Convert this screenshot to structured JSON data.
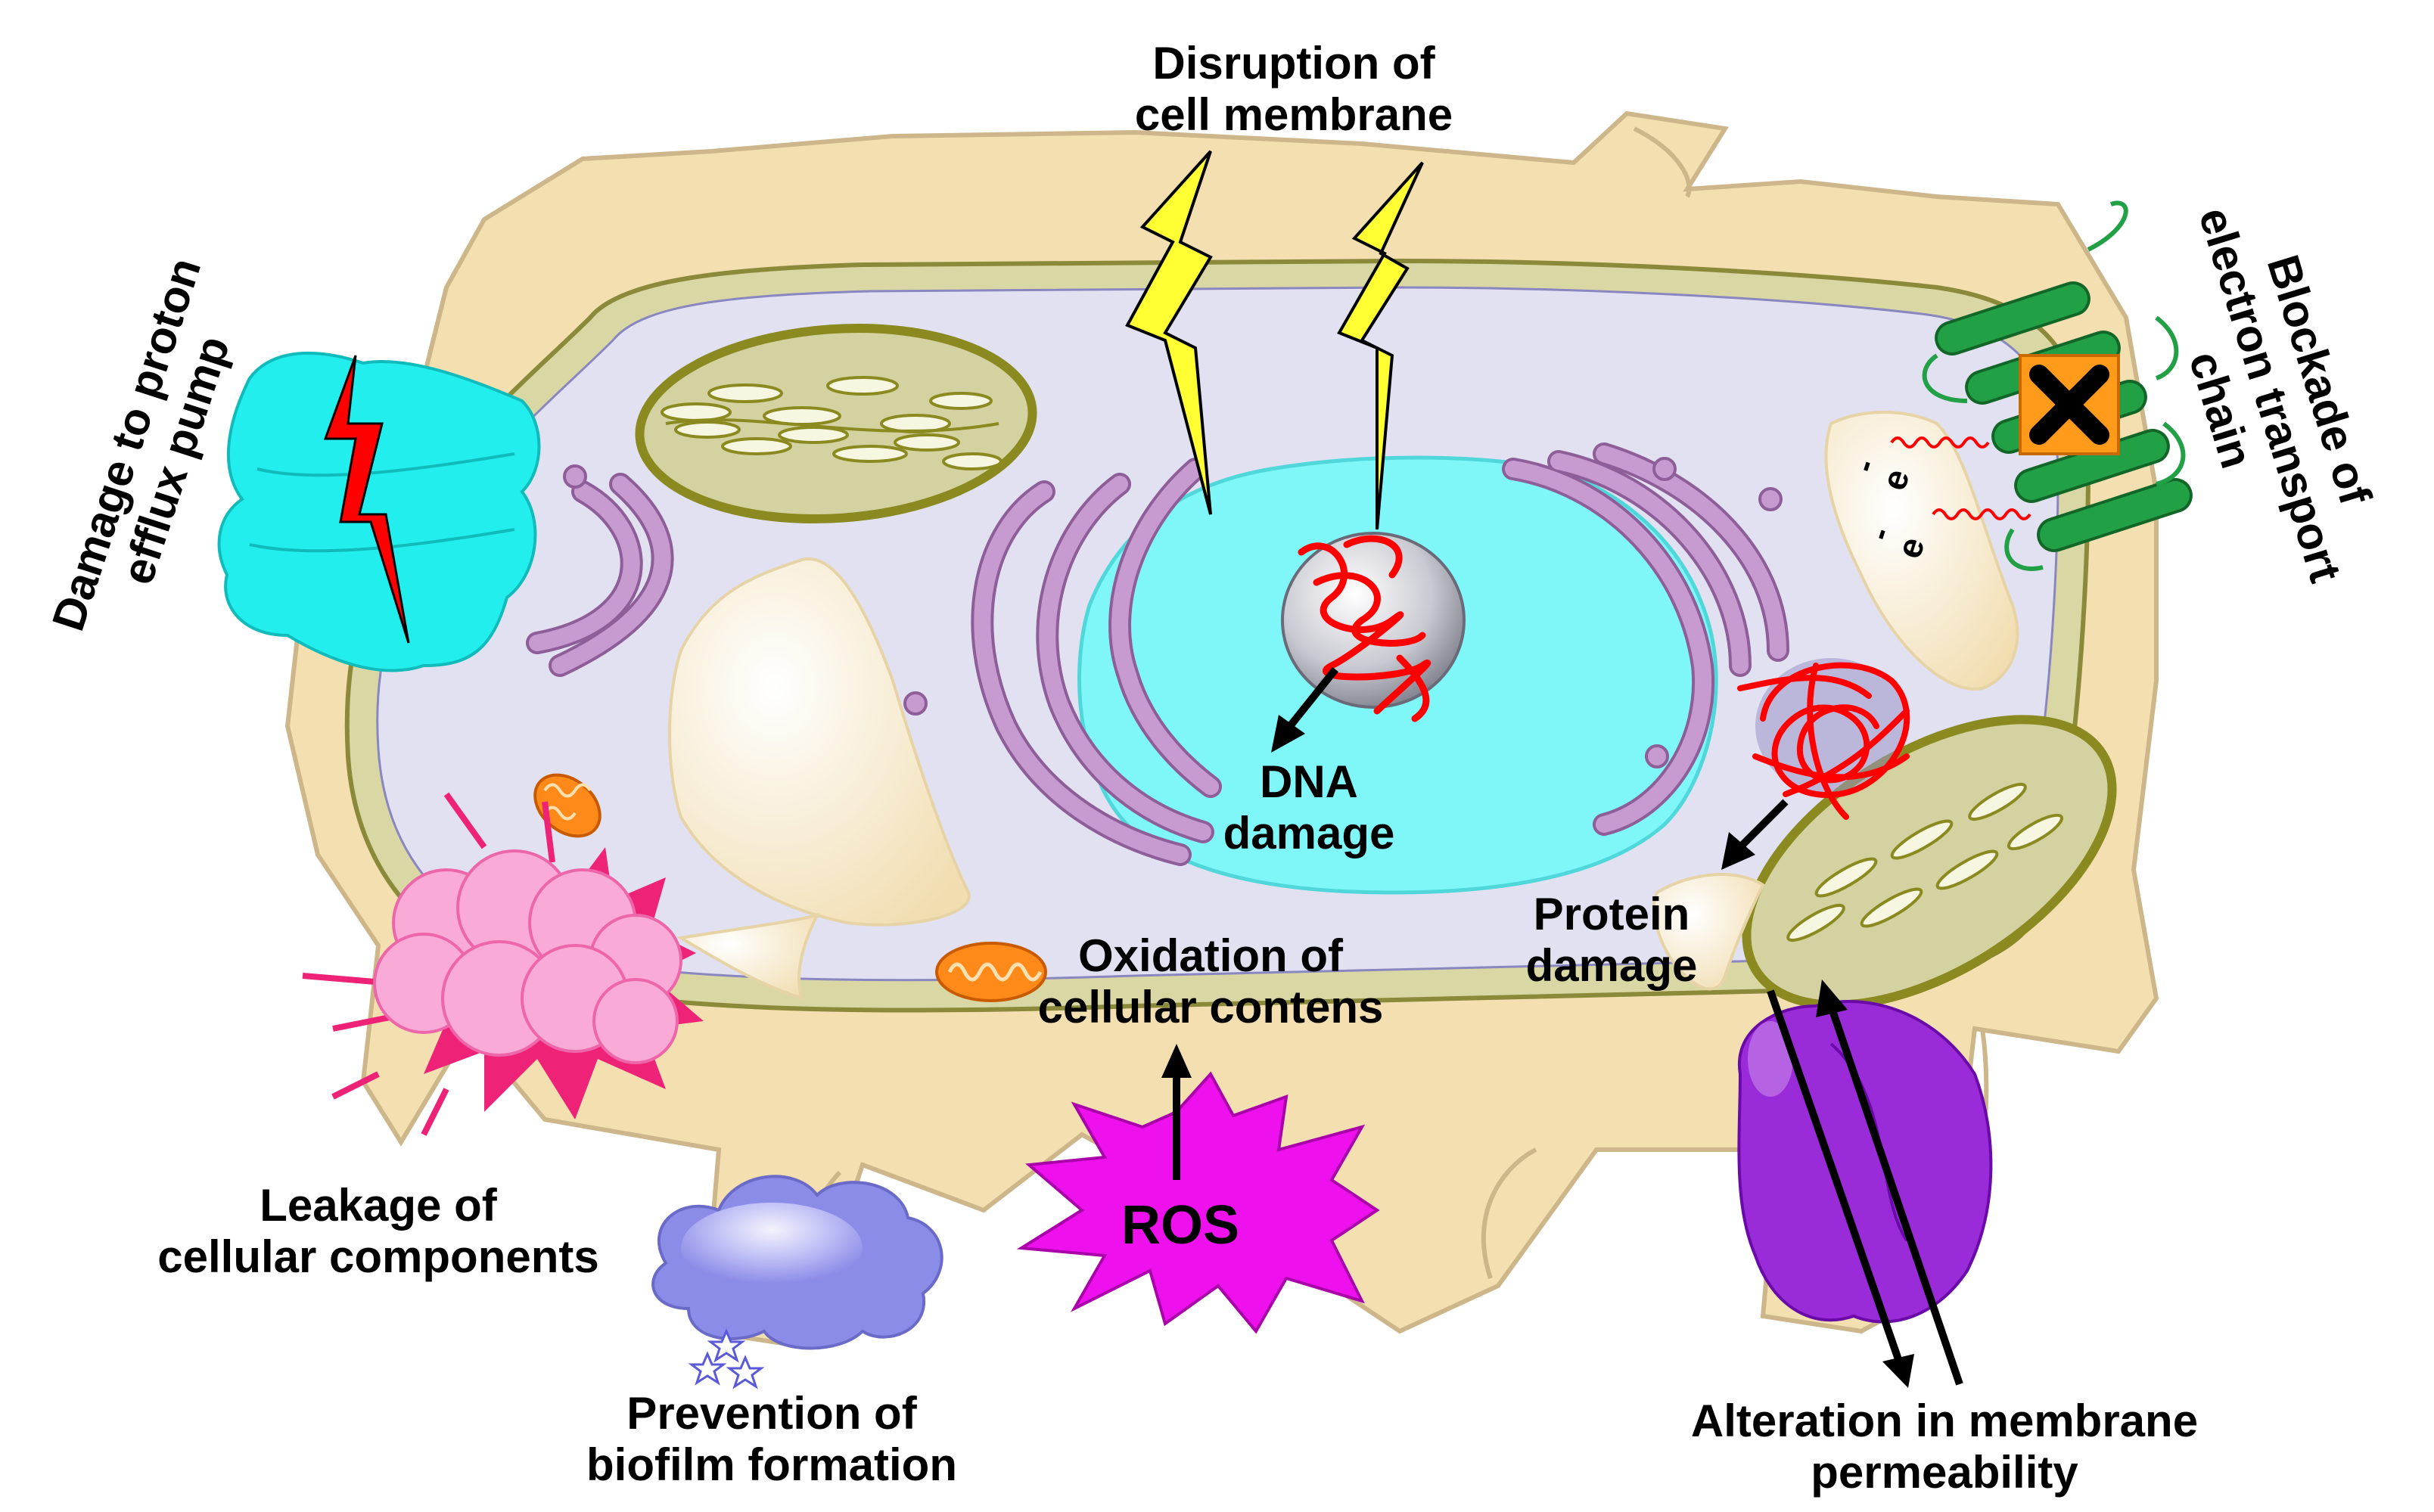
{
  "labels": {
    "disruption": [
      "Disruption of",
      "cell membrane"
    ],
    "proton_pump": [
      "Damage to proton",
      "efflux pump"
    ],
    "electron_chain": [
      "Blockade of",
      "electron transport",
      "chain"
    ],
    "dna": [
      "DNA",
      "damage"
    ],
    "protein": [
      "Protein",
      "damage"
    ],
    "oxidation": [
      "Oxidation of",
      "cellular contens"
    ],
    "ros": "ROS",
    "leakage": [
      "Leakage of",
      "cellular components"
    ],
    "biofilm": [
      "Prevention of",
      "biofilm formation"
    ],
    "permeability": [
      "Alteration in membrane",
      "permeability"
    ],
    "electron_symbol": "e",
    "electron_charge": "-"
  },
  "colors": {
    "cell_wall": "#f3dfaf",
    "cell_wall_stroke": "#cdb68a",
    "membrane": "#d9d7a4",
    "membrane_stroke": "#8a8a3a",
    "cytoplasm": "#e2e1f2",
    "nucleus": "#7ff7f9",
    "golgi": "#c79bd0",
    "chloroplast": "#d4d2a0",
    "chloroplast_stroke": "#8a8a20",
    "lightning": "#ffff33",
    "damage_red": "#ff0000",
    "pump": "#22eeee",
    "etc_protein": "#22a046",
    "block_box": "#ff9a1a",
    "ros_star": "#ee11ee",
    "leak_cloud": "#f9aad6",
    "leak_burst": "#ee2277",
    "biofilm_cloud": "#8b8be8",
    "permeability_channel": "#9a2bd8",
    "mitochondrion": "#ff8a1a",
    "vacuole": "#fbf1d9"
  }
}
